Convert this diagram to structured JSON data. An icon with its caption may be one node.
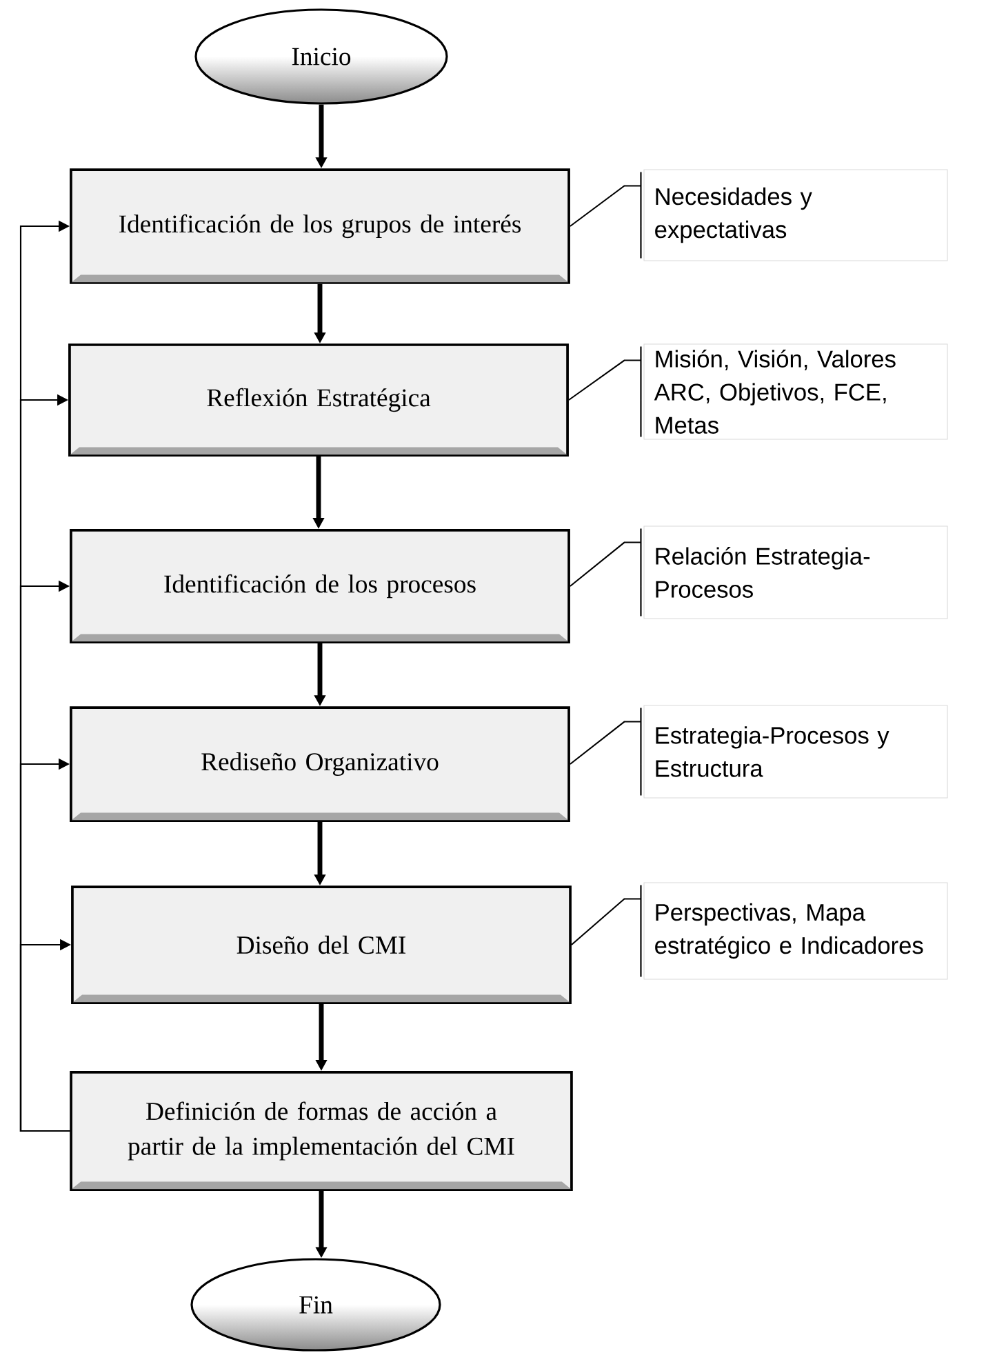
{
  "diagram": {
    "nodes": [
      {
        "text": [
          "Inicio"
        ]
      },
      {
        "text": [
          "Identificación de los grupos de interés"
        ]
      },
      {
        "text": [
          "Reflexión Estratégica"
        ]
      },
      {
        "text": [
          "Identificación de los procesos"
        ]
      },
      {
        "text": [
          "Rediseño Organizativo"
        ]
      },
      {
        "text": [
          "Diseño del CMI"
        ]
      },
      {
        "text": [
          "Definición de formas de acción a partir de la implementación del CMI"
        ]
      },
      {
        "text": [
          "Fin"
        ]
      },
      {
        "text": [
          "Necesidades y expectativas"
        ]
      },
      {
        "text": [
          "Misión, Visión, Valores ARC, Objetivos, FCE, Metas"
        ]
      },
      {
        "text": [
          "Relación Estrategia-Procesos"
        ]
      },
      {
        "text": [
          "Estrategia-Procesos y Estructura"
        ]
      },
      {
        "text": [
          "Perspectivas, Mapa estratégico e Indicadores"
        ]
      }
    ],
    "edges": [
      {
        "from": 0,
        "to": 1,
        "arrow": "to",
        "style": "thick"
      },
      {
        "from": 1,
        "to": 2,
        "arrow": "to",
        "style": "thick"
      },
      {
        "from": 2,
        "to": 3,
        "arrow": "to",
        "style": "thick"
      },
      {
        "from": 3,
        "to": 4,
        "arrow": "to",
        "style": "thick"
      },
      {
        "from": 4,
        "to": 5,
        "arrow": "to",
        "style": "thick"
      },
      {
        "from": 5,
        "to": 6,
        "arrow": "to",
        "style": "thick"
      },
      {
        "from": 6,
        "to": 7,
        "arrow": "to",
        "style": "thick"
      },
      {
        "from": 6,
        "to": 1,
        "arrow": "to"
      },
      {
        "from": 6,
        "to": 2,
        "arrow": "to"
      },
      {
        "from": 6,
        "to": 3,
        "arrow": "to"
      },
      {
        "from": 6,
        "to": 4,
        "arrow": "to"
      },
      {
        "from": 6,
        "to": 5,
        "arrow": "to"
      },
      {
        "from": 1,
        "to": 8,
        "arrow": "none"
      },
      {
        "from": 2,
        "to": 9,
        "arrow": "none"
      },
      {
        "from": 3,
        "to": 10,
        "arrow": "none"
      },
      {
        "from": 4,
        "to": 11,
        "arrow": "none"
      },
      {
        "from": 5,
        "to": 12,
        "arrow": "none"
      }
    ]
  }
}
